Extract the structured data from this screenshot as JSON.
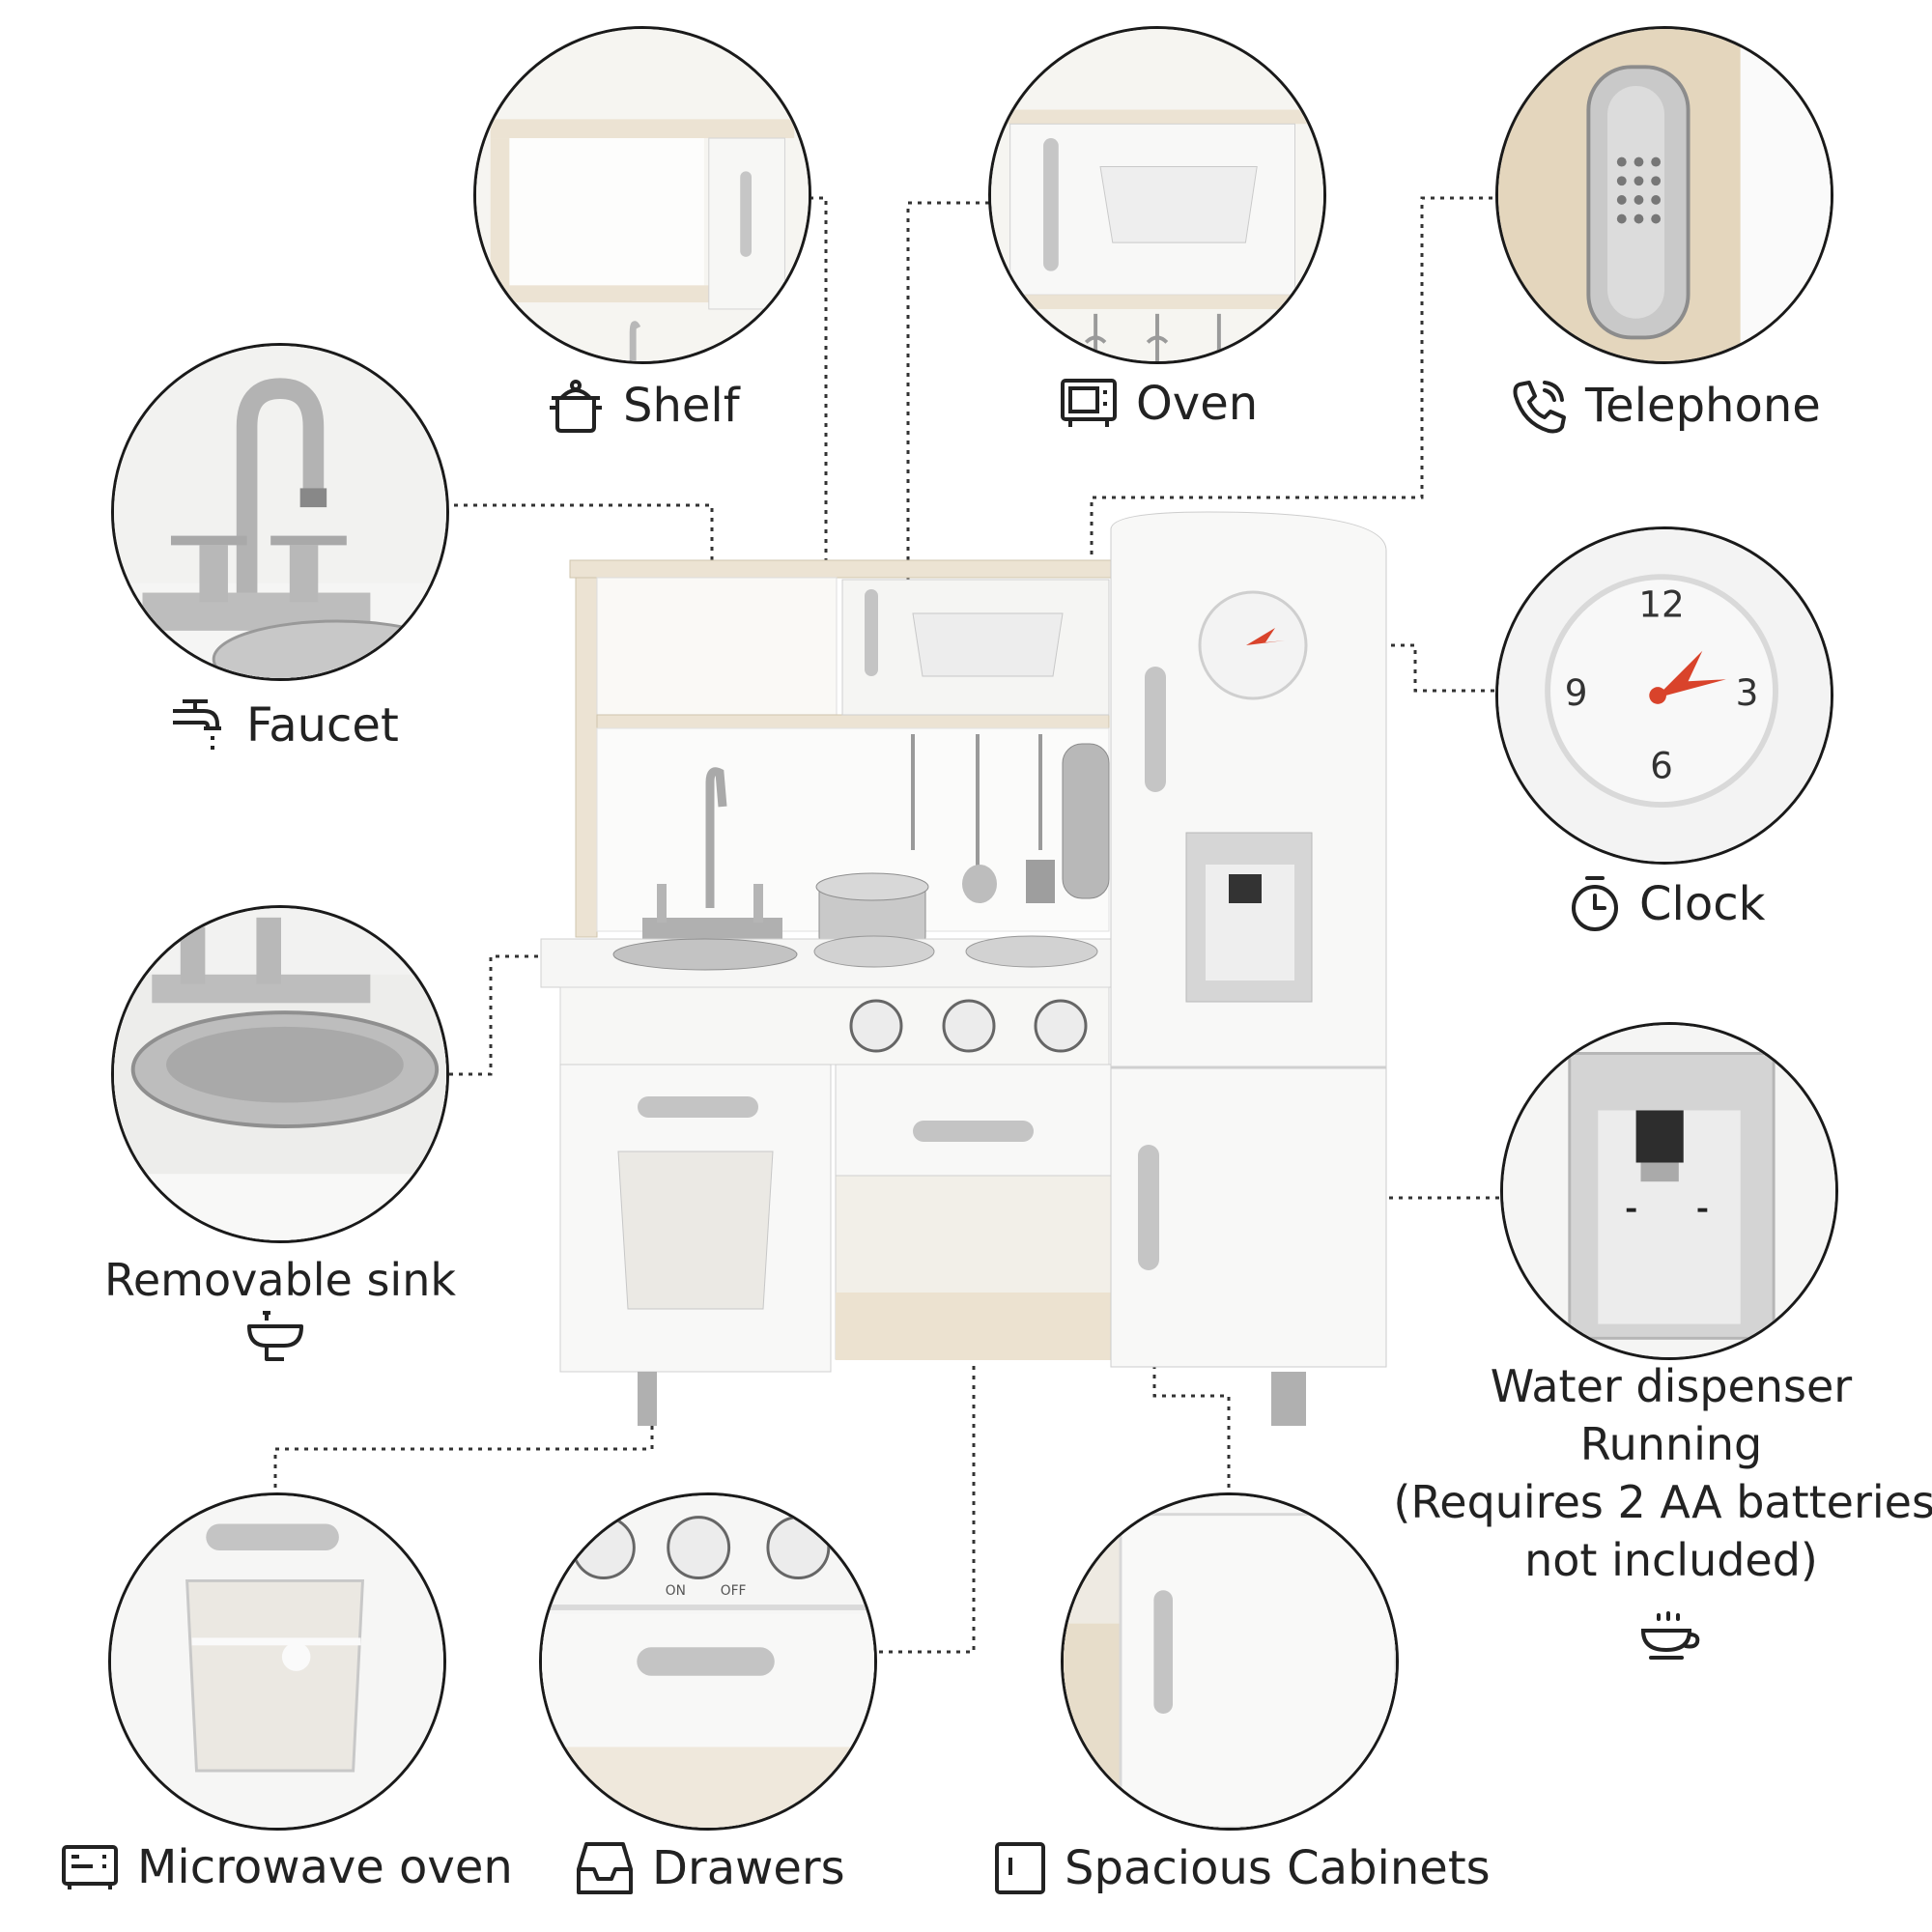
{
  "features": {
    "shelf": {
      "label": "Shelf",
      "icon": "pot-icon"
    },
    "oven": {
      "label": "Oven",
      "icon": "oven-icon"
    },
    "telephone": {
      "label": "Telephone",
      "icon": "phone-icon"
    },
    "faucet": {
      "label": "Faucet",
      "icon": "faucet-icon"
    },
    "clock": {
      "label": "Clock",
      "icon": "timer-icon",
      "numbers": [
        "12",
        "3",
        "6",
        "9"
      ]
    },
    "removable_sink": {
      "label": "Removable sink",
      "icon": "sink-icon"
    },
    "water_dispenser": {
      "lines": [
        "Water dispenser",
        "Running",
        "(Requires 2 AA batteries,",
        "not included)"
      ],
      "icon": "cup-icon"
    },
    "microwave_oven": {
      "label": "Microwave oven",
      "icon": "microwave-icon"
    },
    "drawers": {
      "label": "Drawers",
      "icon": "tray-icon"
    },
    "spacious_cabinets": {
      "label": "Spacious Cabinets",
      "icon": "cabinet-icon"
    }
  },
  "knob_labels": {
    "on": "ON",
    "off": "OFF"
  },
  "colors": {
    "outline": "#1a1a1a",
    "cabinet": "#f7f7f5",
    "silver": "#b8b8b8",
    "wood": "#e8dcc6",
    "clock_hand": "#d9432b"
  }
}
